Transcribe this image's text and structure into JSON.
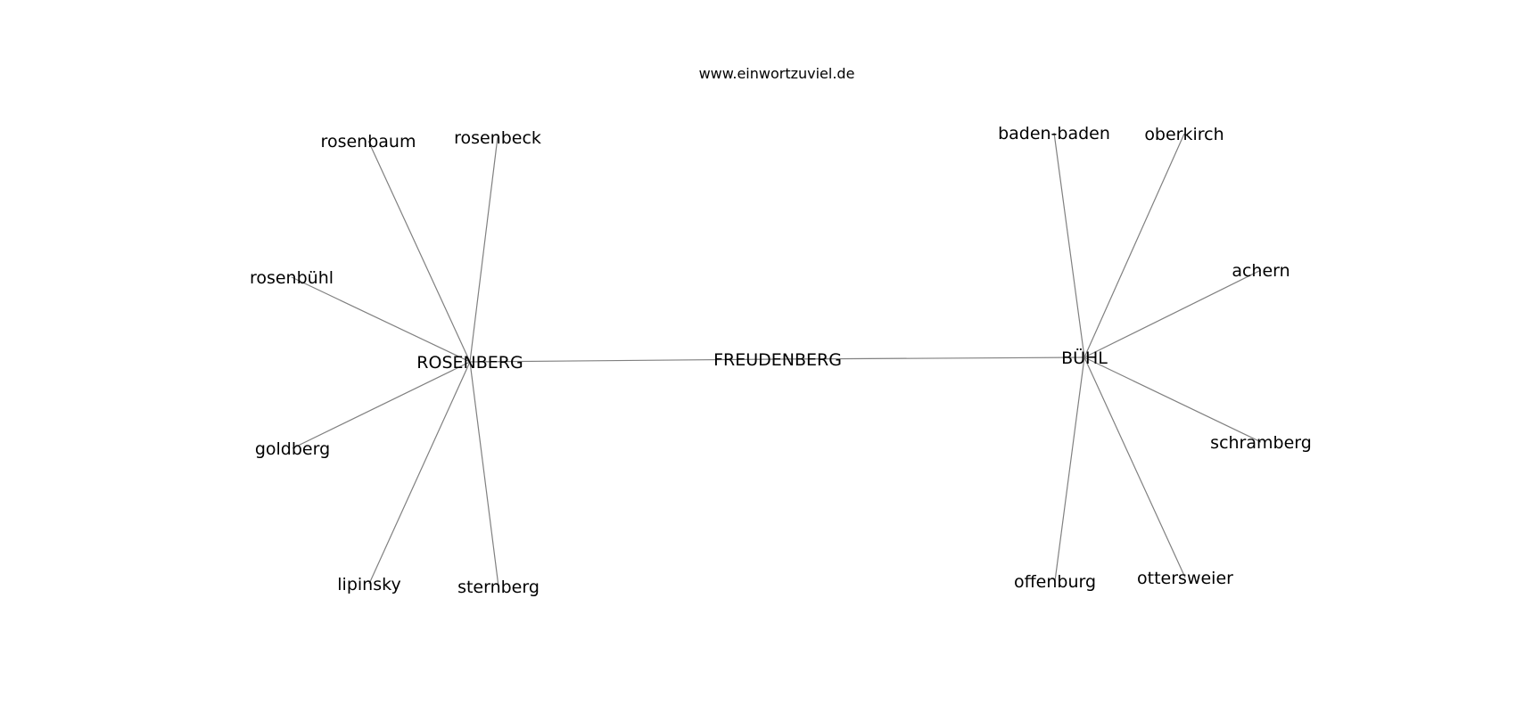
{
  "site": "www.einwortzuviel.de",
  "graph": {
    "center": "FREUDENBERG",
    "hubs": [
      "ROSENBERG",
      "BÜHL"
    ],
    "nodes": [
      {
        "id": "n0",
        "label": "FREUDENBERG"
      },
      {
        "id": "n1",
        "label": "ROSENBERG"
      },
      {
        "id": "n2",
        "label": "BÜHL"
      },
      {
        "id": "n3",
        "label": "rosenbaum"
      },
      {
        "id": "n4",
        "label": "rosenbeck"
      },
      {
        "id": "n5",
        "label": "rosenbühl"
      },
      {
        "id": "n6",
        "label": "goldberg"
      },
      {
        "id": "n7",
        "label": "lipinsky"
      },
      {
        "id": "n8",
        "label": "sternberg"
      },
      {
        "id": "n9",
        "label": "baden-baden"
      },
      {
        "id": "n10",
        "label": "oberkirch"
      },
      {
        "id": "n11",
        "label": "achern"
      },
      {
        "id": "n12",
        "label": "schramberg"
      },
      {
        "id": "n13",
        "label": "offenburg"
      },
      {
        "id": "n14",
        "label": "ottersweier"
      }
    ],
    "edges": [
      [
        "n1",
        "n0"
      ],
      [
        "n0",
        "n2"
      ],
      [
        "n1",
        "n3"
      ],
      [
        "n1",
        "n4"
      ],
      [
        "n1",
        "n5"
      ],
      [
        "n1",
        "n6"
      ],
      [
        "n1",
        "n7"
      ],
      [
        "n1",
        "n8"
      ],
      [
        "n2",
        "n9"
      ],
      [
        "n2",
        "n10"
      ],
      [
        "n2",
        "n11"
      ],
      [
        "n2",
        "n12"
      ],
      [
        "n2",
        "n13"
      ],
      [
        "n2",
        "n14"
      ]
    ]
  }
}
